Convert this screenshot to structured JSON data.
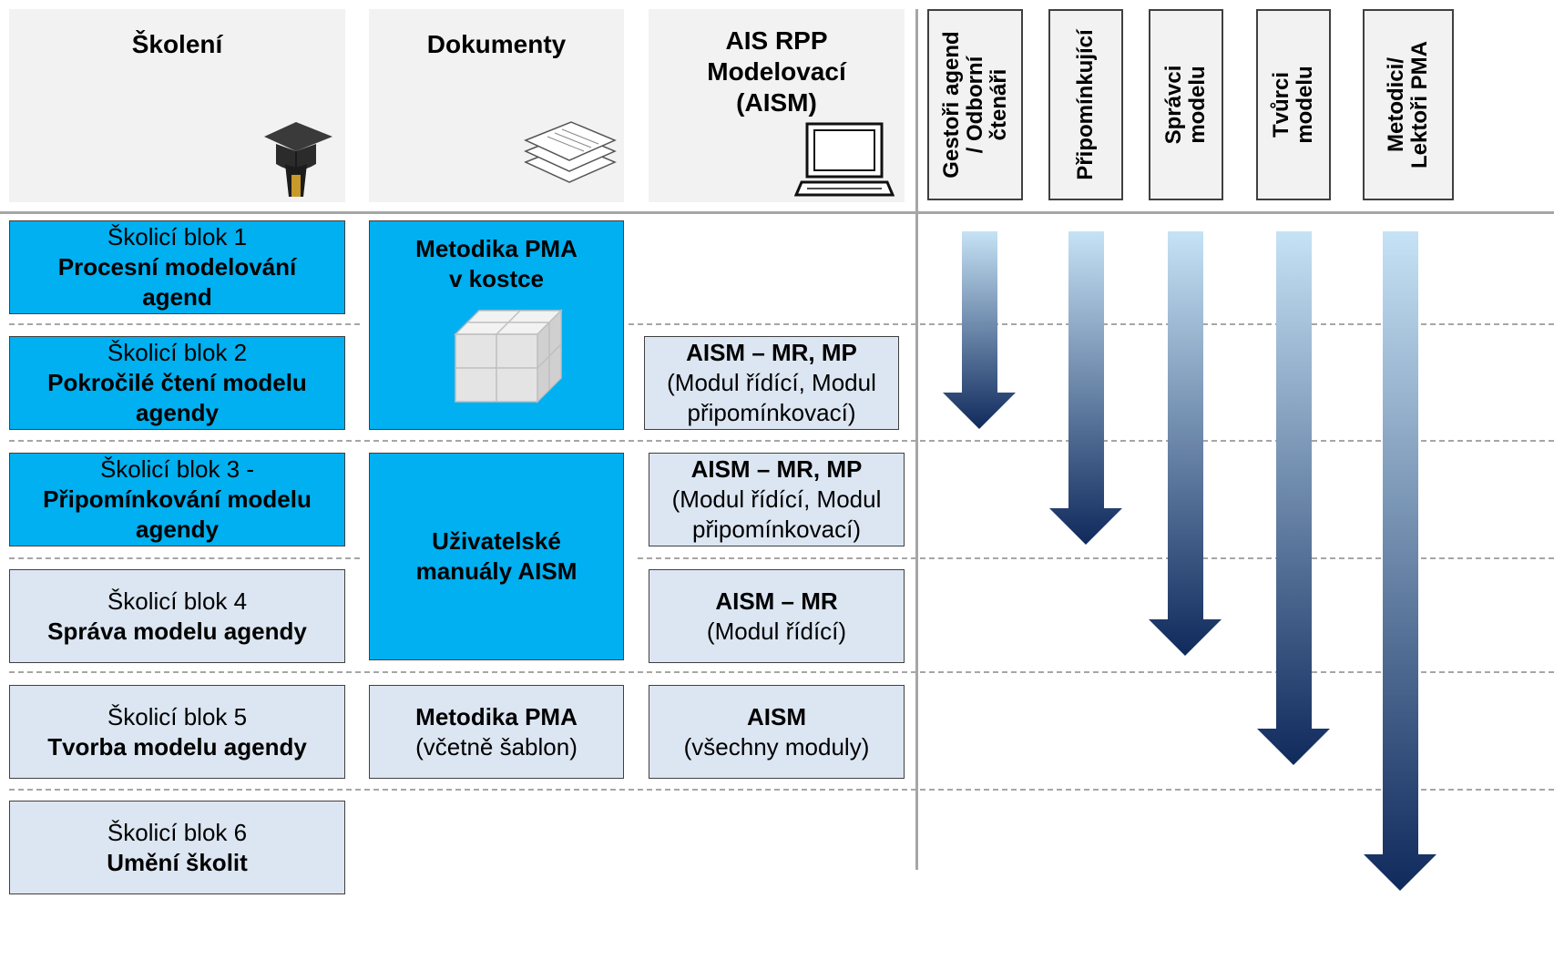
{
  "headers": {
    "skoleni": "Školení",
    "dokumenty": "Dokumenty",
    "aism": "AIS RPP\nModelovací\n(AISM)"
  },
  "roles": [
    {
      "label": "Gestoři agend\n/ Odborní\nčtenáři"
    },
    {
      "label": "Připomínkující"
    },
    {
      "label": "Správci\nmodelu"
    },
    {
      "label": "Tvůrci\nmodelu"
    },
    {
      "label": "Metodici/\nLektoři PMA"
    }
  ],
  "blocks": [
    {
      "line1": "Školicí blok 1",
      "title": "Procesní modelování agend"
    },
    {
      "line1": "Školicí blok 2",
      "title": "Pokročilé čtení modelu agendy"
    },
    {
      "line1": "Školicí blok 3 -",
      "title": "Připomínkování modelu agendy"
    },
    {
      "line1": "Školicí blok 4",
      "title": "Správa modelu agendy"
    },
    {
      "line1": "Školicí blok 5",
      "title": "Tvorba modelu agendy"
    },
    {
      "line1": "Školicí blok 6",
      "title": "Umění školit"
    }
  ],
  "documents": [
    {
      "title": "Metodika PMA\nv kostce",
      "sub": ""
    },
    {
      "title": "Uživatelské\nmanuály AISM",
      "sub": ""
    },
    {
      "title": "Metodika PMA",
      "sub": "(včetně šablon)"
    }
  ],
  "systems": [
    {
      "title": "AISM – MR, MP",
      "sub": "(Modul řídící, Modul\npřipomínkovací)"
    },
    {
      "title": "AISM – MR, MP",
      "sub": "(Modul řídící, Modul\npřipomínkovací)"
    },
    {
      "title": "AISM – MR",
      "sub": "(Modul řídící)"
    },
    {
      "title": "AISM",
      "sub": "(všechny moduly)"
    }
  ],
  "icons": {
    "skoleni": "graduation-cap-icon",
    "dokumenty": "documents-stack-icon",
    "aism": "laptop-icon",
    "doc1": "cube-icon"
  },
  "colors": {
    "blue": "#00b0f0",
    "light": "#dce6f2",
    "arrow_top": "#c6e2f5",
    "arrow_bottom": "#0f2a5c"
  }
}
